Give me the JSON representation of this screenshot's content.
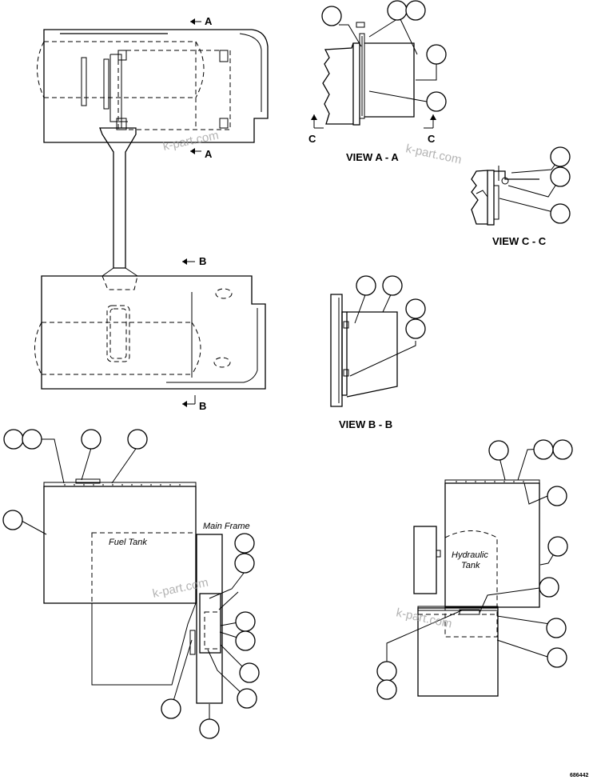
{
  "section_labels": {
    "a_top": "A",
    "a_bottom": "A",
    "b_top": "B",
    "b_bottom": "B",
    "c_left": "C",
    "c_right": "C"
  },
  "view_titles": {
    "view_a": "VIEW A - A",
    "view_b": "VIEW B - B",
    "view_c": "VIEW C - C"
  },
  "callouts": {
    "main_frame": "Main Frame",
    "fuel_tank": "Fuel Tank",
    "hydraulic_tank_line1": "Hydraulic",
    "hydraulic_tank_line2": "Tank"
  },
  "watermark": "k-part.com",
  "figure_code": "686442"
}
